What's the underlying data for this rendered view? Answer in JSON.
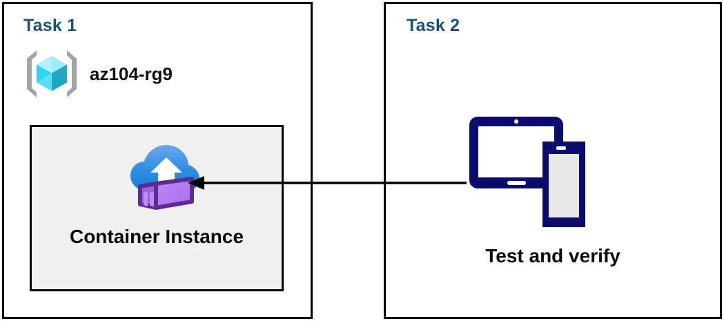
{
  "diagram": {
    "title": "Azure Container Instance task diagram",
    "background": "#ffffff"
  },
  "colors": {
    "panel_border": "#000000",
    "heading": "#1A5276",
    "label_text": "#0a0a0a",
    "inner_box_fill": "#F0F0F0",
    "arrow": "#000000",
    "device_navy": "#0C0C6E",
    "device_screen": "#E8E8E8",
    "rg_bracket_gray": "#A3A3A3",
    "rg_cube_light": "#9CEBFF",
    "rg_cube_mid": "#32D4F5",
    "rg_cube_dark": "#1DA7C4",
    "cloud_top": "#5EA0EF",
    "cloud_bottom": "#1380DA",
    "container_outline": "#5C2D91",
    "container_face": "#B77AF4",
    "container_side": "#A175E0"
  },
  "task1": {
    "title": "Task 1",
    "resource_group": {
      "icon": "resource-group-icon",
      "label": "az104-rg9"
    },
    "container": {
      "icon": "container-instance-icon",
      "label": "Container Instance"
    }
  },
  "task2": {
    "title": "Task 2",
    "devices": {
      "icon": "devices-tablet-phone-icon",
      "label": "Test and verify"
    }
  },
  "connector": {
    "icon": "left-arrow-icon",
    "direction": "right-to-left",
    "from": "Test and verify",
    "to": "Container Instance"
  }
}
